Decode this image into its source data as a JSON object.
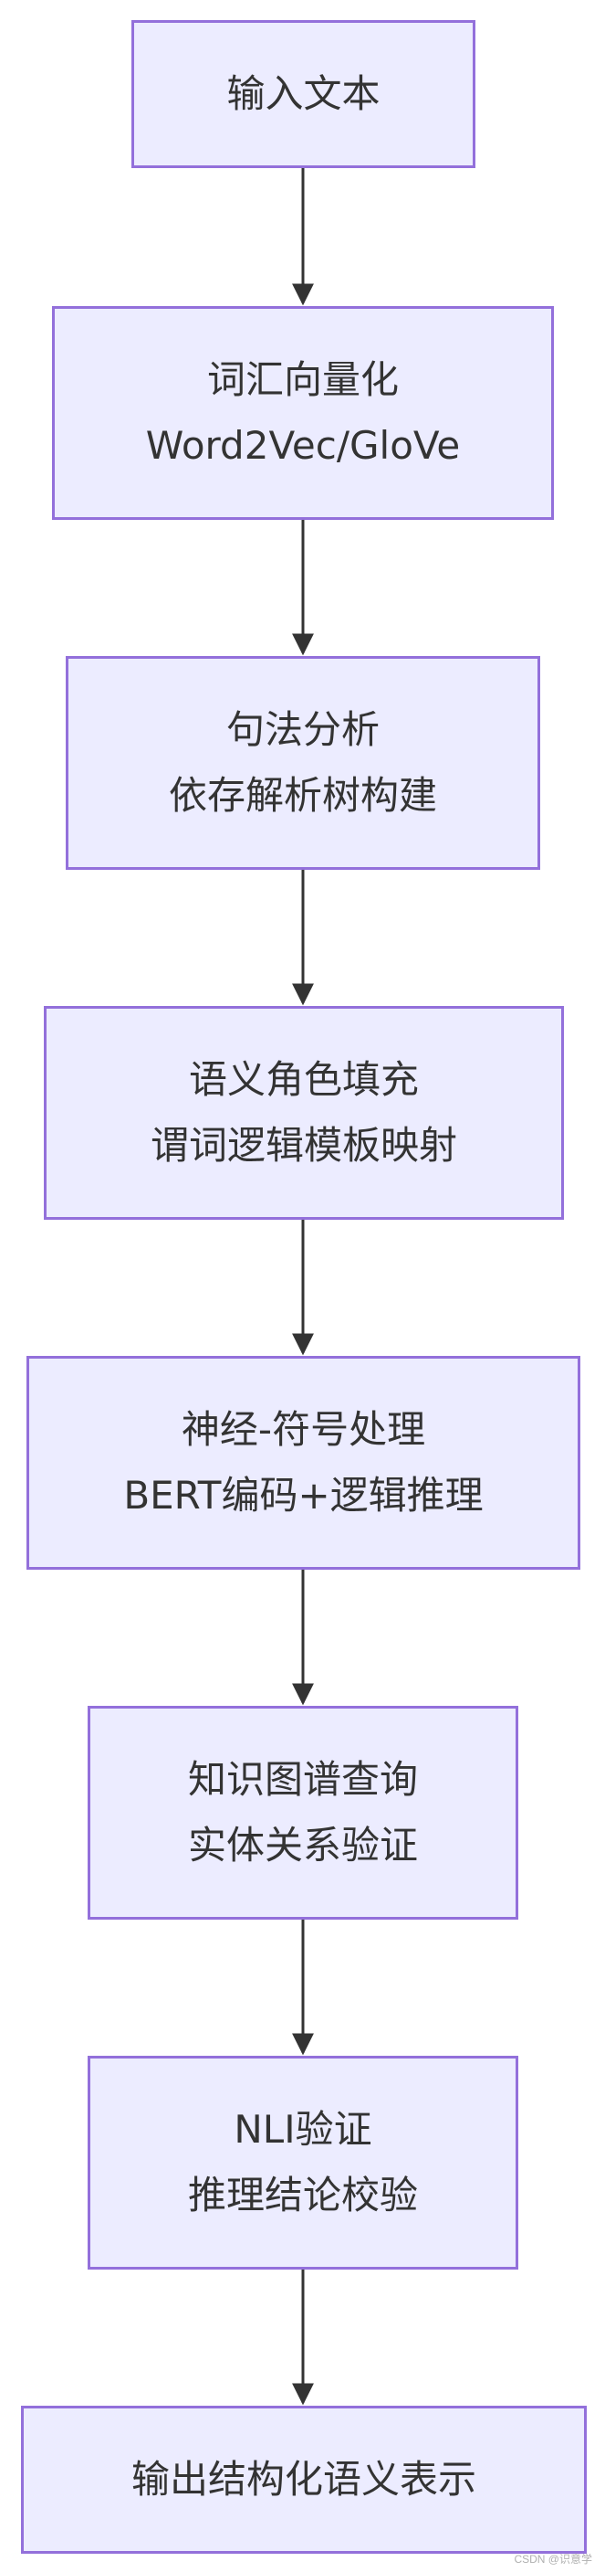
{
  "diagram": {
    "nodes": [
      {
        "id": "input",
        "lines": [
          "输入文本"
        ]
      },
      {
        "id": "word-vector",
        "lines": [
          "词汇向量化",
          "Word2Vec/GloVe"
        ]
      },
      {
        "id": "syntax",
        "lines": [
          "句法分析",
          "依存解析树构建"
        ]
      },
      {
        "id": "semantic-role",
        "lines": [
          "语义角色填充",
          "谓词逻辑模板映射"
        ]
      },
      {
        "id": "neuro-symbolic",
        "lines": [
          "神经-符号处理",
          "BERT编码+逻辑推理"
        ]
      },
      {
        "id": "knowledge-graph",
        "lines": [
          "知识图谱查询",
          "实体关系验证"
        ]
      },
      {
        "id": "nli",
        "lines": [
          "NLI验证",
          "推理结论校验"
        ]
      },
      {
        "id": "output",
        "lines": [
          "输出结构化语义表示"
        ]
      }
    ],
    "edges": [
      [
        "input",
        "word-vector"
      ],
      [
        "word-vector",
        "syntax"
      ],
      [
        "syntax",
        "semantic-role"
      ],
      [
        "semantic-role",
        "neuro-symbolic"
      ],
      [
        "neuro-symbolic",
        "knowledge-graph"
      ],
      [
        "knowledge-graph",
        "nli"
      ],
      [
        "nli",
        "output"
      ]
    ],
    "colors": {
      "node_fill": "#ececff",
      "node_border": "#9370db",
      "text": "#333333",
      "arrow": "#333333"
    }
  },
  "watermark": "CSDN @识意学"
}
